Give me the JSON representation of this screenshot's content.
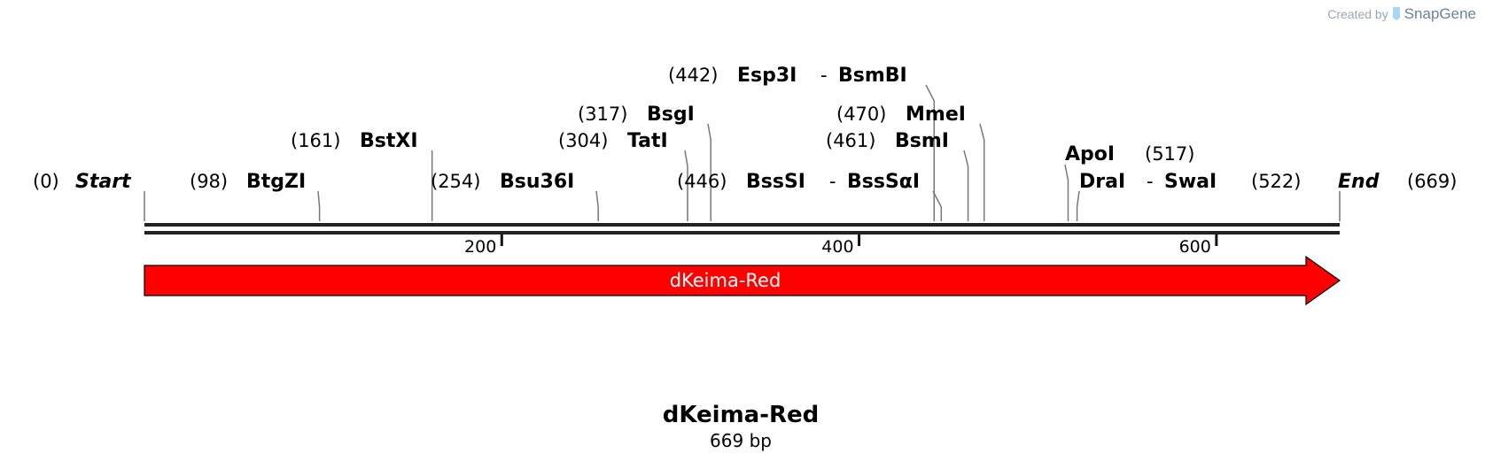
{
  "credit": {
    "prefix": "Created by",
    "brand": "SnapGene"
  },
  "sequence": {
    "name": "dKeima-Red",
    "length_label": "669 bp",
    "length_bp": 669
  },
  "colors": {
    "feature": "#ff0000",
    "backbone": "#222222",
    "leader": "#777777"
  },
  "ticks": [
    {
      "bp": 200,
      "label": "200"
    },
    {
      "bp": 400,
      "label": "400"
    },
    {
      "bp": 600,
      "label": "600"
    }
  ],
  "feature": {
    "label": "dKeima-Red",
    "start": 0,
    "end": 669,
    "direction": "forward"
  },
  "sites": [
    {
      "id": "start",
      "pos_label": "(0)",
      "name": "Start",
      "bp": 0,
      "kind": "site"
    },
    {
      "id": "btgzi",
      "pos_label": "(98)",
      "name": "BtgZI",
      "bp": 98,
      "kind": "enzyme"
    },
    {
      "id": "bstxi",
      "pos_label": "(161)",
      "name": "BstXI",
      "bp": 161,
      "kind": "enzyme"
    },
    {
      "id": "bsu36i",
      "pos_label": "(254)",
      "name": "Bsu36I",
      "bp": 254,
      "kind": "enzyme"
    },
    {
      "id": "tati",
      "pos_label": "(304)",
      "name": "TatI",
      "bp": 304,
      "kind": "enzyme"
    },
    {
      "id": "bsgi",
      "pos_label": "(317)",
      "name": "BsgI",
      "bp": 317,
      "kind": "enzyme"
    },
    {
      "id": "esp3i",
      "pos_label": "(442)",
      "name": "Esp3I",
      "alt": "BsmBI",
      "bp": 442,
      "kind": "enzyme"
    },
    {
      "id": "bsssi",
      "pos_label": "(446)",
      "name": "BssSI",
      "alt": "BssSαI",
      "bp": 446,
      "kind": "enzyme"
    },
    {
      "id": "bsmi",
      "pos_label": "(461)",
      "name": "BsmI",
      "bp": 461,
      "kind": "enzyme"
    },
    {
      "id": "mmei",
      "pos_label": "(470)",
      "name": "MmeI",
      "bp": 470,
      "kind": "enzyme"
    },
    {
      "id": "apoi",
      "pos_label": "(517)",
      "name": "ApoI",
      "bp": 517,
      "kind": "enzyme"
    },
    {
      "id": "drai",
      "pos_label": "(522)",
      "name": "DraI",
      "alt": "SwaI",
      "bp": 522,
      "kind": "enzyme"
    },
    {
      "id": "end",
      "pos_label": "(669)",
      "name": "End",
      "bp": 669,
      "kind": "site"
    }
  ]
}
